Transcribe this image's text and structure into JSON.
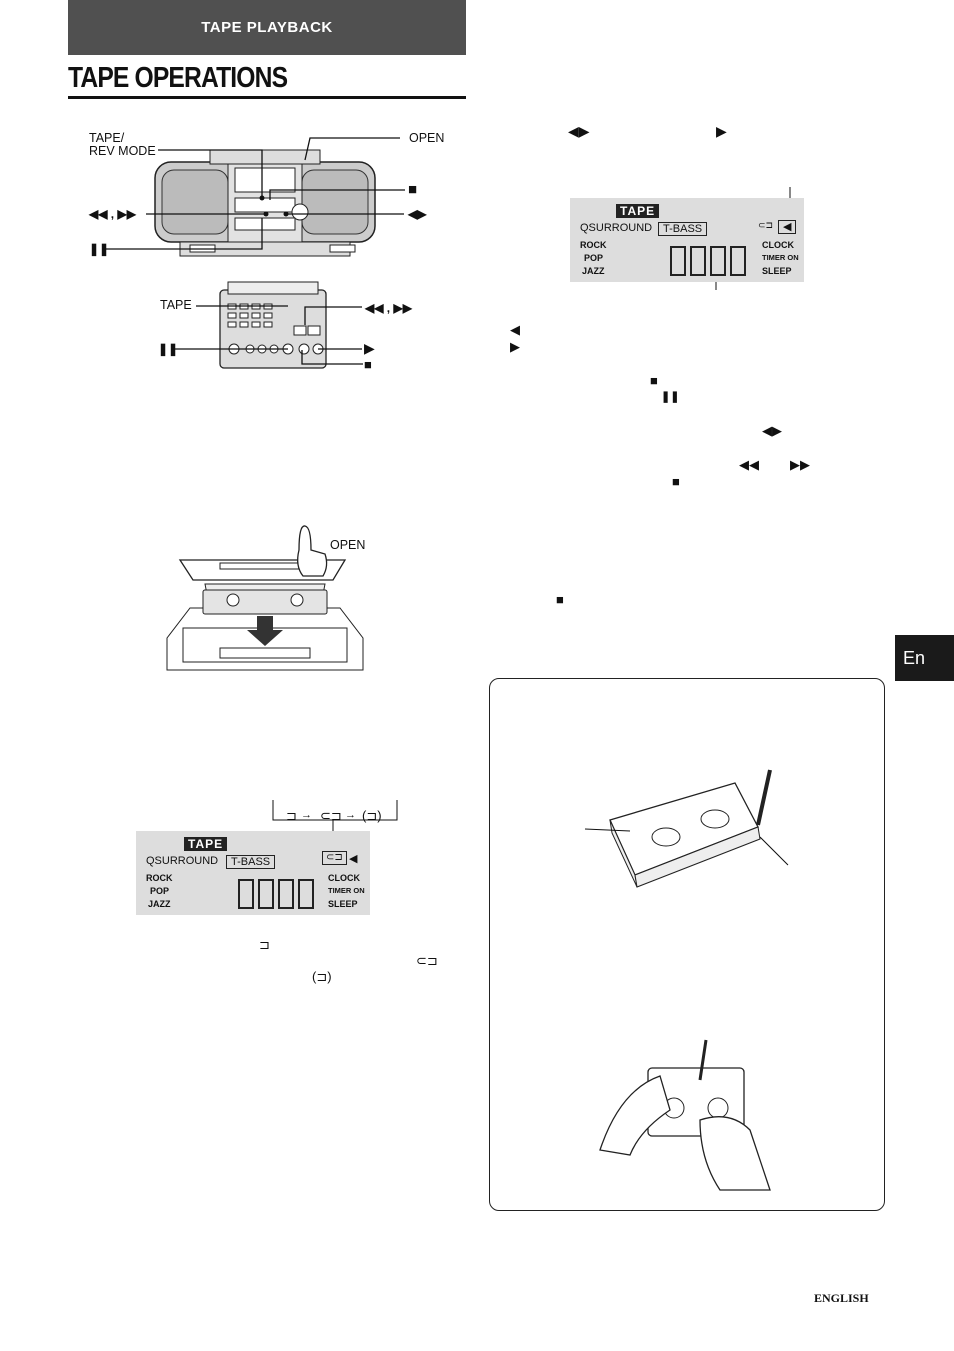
{
  "header": {
    "section": "TAPE PLAYBACK",
    "title": "TAPE OPERATIONS"
  },
  "figure1": {
    "labels": {
      "tape_rev_mode": "TAPE/\nREV MODE",
      "open": "OPEN",
      "stop": "■",
      "rew_ff": "◀◀ , ▶▶",
      "play": "◀▶",
      "pause": "❚❚"
    },
    "remote_labels": {
      "tape": "TAPE",
      "rew_ff": "◀◀ , ▶▶",
      "pause": "❚❚",
      "play": "▶",
      "stop": "■"
    }
  },
  "figure2": {
    "open": "OPEN"
  },
  "display_top": {
    "tape": "TAPE",
    "qsurround": "QSURROUND",
    "tbass": "T-BASS",
    "rock": "ROCK",
    "pop": "POP",
    "jazz": "JAZZ",
    "clock": "CLOCK",
    "timer_on": "TIMER ON",
    "sleep": "SLEEP",
    "direction": "◀",
    "rev": "⊂⊐"
  },
  "display_bottom": {
    "tape": "TAPE",
    "qsurround": "QSURROUND",
    "tbass": "T-BASS",
    "rock": "ROCK",
    "pop": "POP",
    "jazz": "JAZZ",
    "clock": "CLOCK",
    "timer_on": "TIMER ON",
    "sleep": "SLEEP",
    "direction": "◀",
    "rev": "⊂⊐"
  },
  "rev_sequence": {
    "a": "⊐",
    "b": "⊂⊐",
    "c": "(⊐)"
  },
  "inline_symbols": {
    "play_pair_top": "◀▶",
    "play_right_top": "▶",
    "left_tri": "◀",
    "right_tri": "▶",
    "stop1": "■",
    "pause1": "❚❚",
    "play_pair2": "◀▶",
    "rew": "◀◀",
    "ff": "▶▶",
    "stop2": "■",
    "stop3": "■",
    "mode1": "⊐",
    "mode2": "⊂⊐",
    "mode3": "(⊐)"
  },
  "side_tab": "En",
  "footer": {
    "language": "ENGLISH"
  }
}
